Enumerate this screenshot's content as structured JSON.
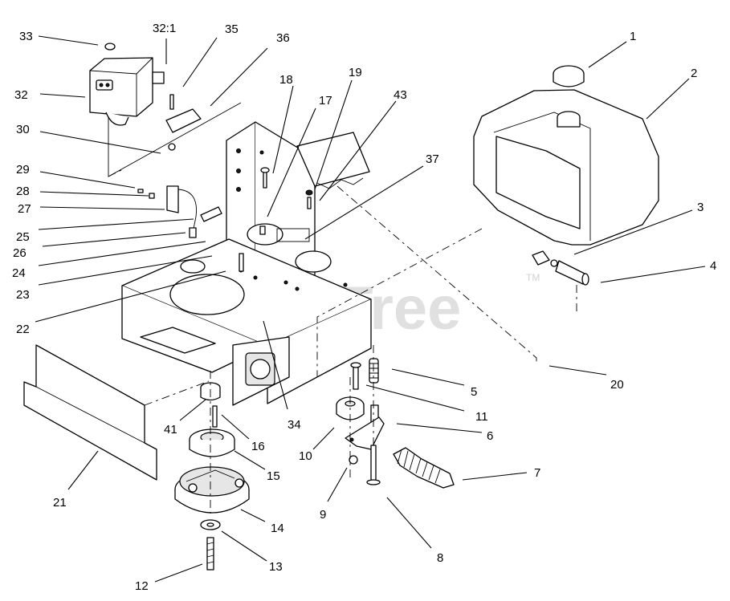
{
  "watermark": {
    "text": "PartsTree",
    "trademark": "TM"
  },
  "callouts": {
    "c1": "1",
    "c2": "2",
    "c3": "3",
    "c4": "4",
    "c5": "5",
    "c6": "6",
    "c7": "7",
    "c8": "8",
    "c9": "9",
    "c10": "10",
    "c11": "11",
    "c12": "12",
    "c13": "13",
    "c14": "14",
    "c15": "15",
    "c16": "16",
    "c17": "17",
    "c18": "18",
    "c19": "19",
    "c20": "20",
    "c21": "21",
    "c22": "22",
    "c23": "23",
    "c24": "24",
    "c25": "25",
    "c26": "26",
    "c27": "27",
    "c28": "28",
    "c29": "29",
    "c30": "30",
    "c32": "32",
    "c32_1": "32:1",
    "c33": "33",
    "c34": "34",
    "c35": "35",
    "c36": "36",
    "c37": "37",
    "c41": "41",
    "c43": "43"
  }
}
